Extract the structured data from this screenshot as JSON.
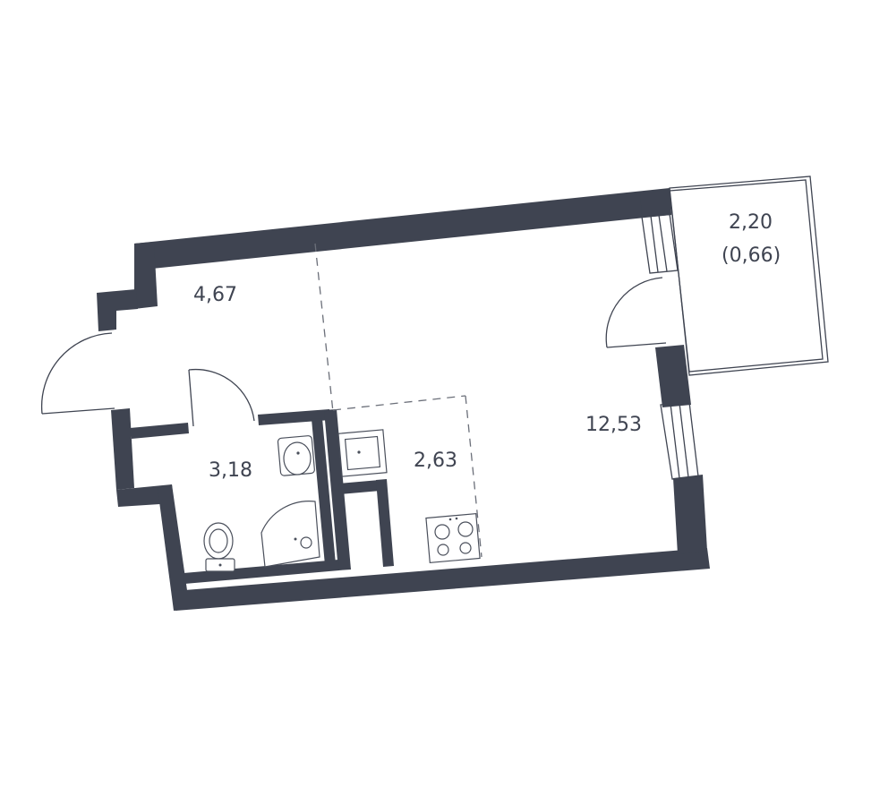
{
  "floorplan": {
    "rooms": [
      {
        "id": "hallway",
        "area": "4,67"
      },
      {
        "id": "bathroom",
        "area": "3,18"
      },
      {
        "id": "kitchen",
        "area": "2,63"
      },
      {
        "id": "living-room",
        "area": "12,53"
      },
      {
        "id": "balcony",
        "area": "2,20",
        "reduced_area": "(0,66)"
      }
    ],
    "colors": {
      "wall": "#3f4451",
      "line": "#3f4451",
      "background": "#ffffff"
    }
  }
}
